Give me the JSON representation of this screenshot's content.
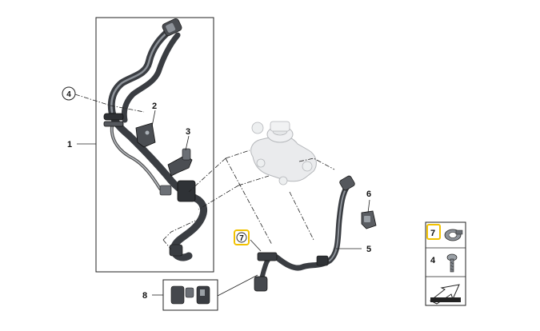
{
  "diagram": {
    "callouts": {
      "c1": "1",
      "c2": "2",
      "c3": "3",
      "c4": "4",
      "c5": "5",
      "c6": "6",
      "c7": "7",
      "c8": "8"
    },
    "legend": {
      "item7": "7",
      "item4": "4"
    },
    "highlight_color": "#f2c200"
  }
}
